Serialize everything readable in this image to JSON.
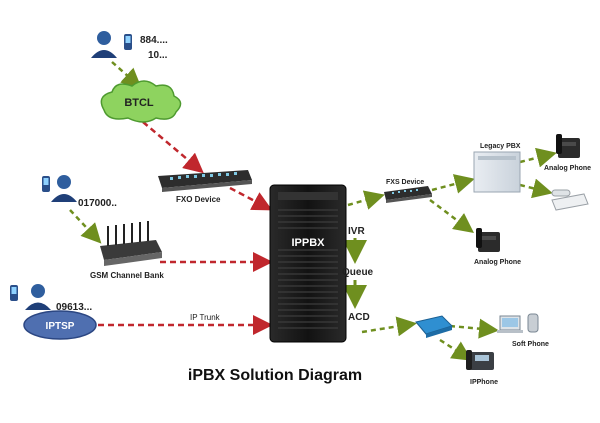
{
  "title": "iPBX  Solution Diagram",
  "nodes": {
    "phone_top_number1": "884....",
    "phone_top_number2": "10...",
    "btcl": "BTCL",
    "fxo_device": "FXO Device",
    "phone_mid_number": "017000..",
    "gsm_channel_bank": "GSM Channel Bank",
    "phone_bottom_number": "09613...",
    "iptsp": "IPTSP",
    "ip_trunk": "IP Trunk",
    "ippbx": "IPPBX",
    "ivr": "IVR",
    "queue": "Queue",
    "acd": "ACD",
    "fxs_device": "FXS Device",
    "legacy_pbx": "Legacy PBX",
    "analog_phone_right": "Analog Phone",
    "analog_phone_fxs": "Analog Phone",
    "soft_phone": "Soft Phone",
    "ipphone": "IPPhone"
  },
  "colors": {
    "red_link": "#c0272d",
    "green_link": "#6f8f1f",
    "cloud_fill": "#8ed35f",
    "cloud_stroke": "#4e9a2f",
    "ippbx_body": "#1c1c1c"
  }
}
